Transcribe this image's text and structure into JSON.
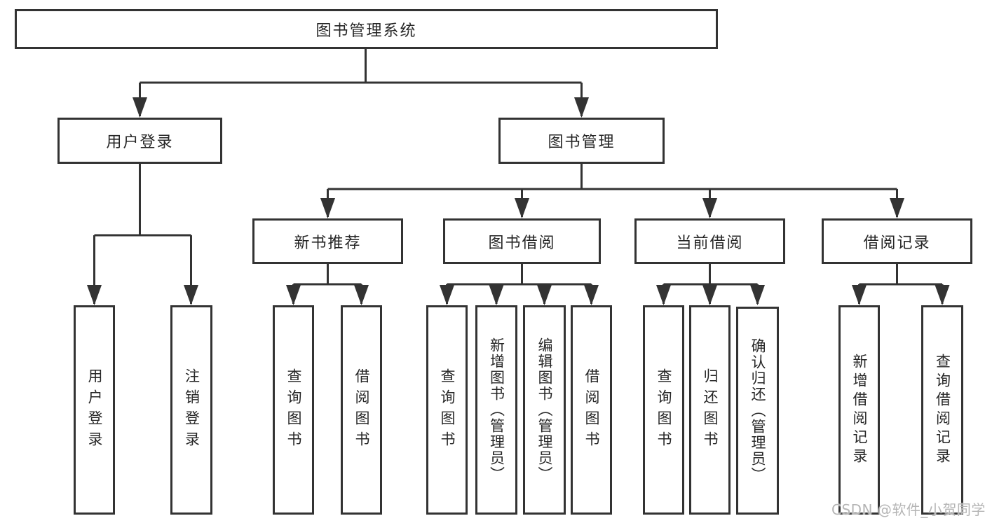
{
  "colors": {
    "line": "#333333",
    "box_border": "#333333",
    "text": "#262626",
    "background": "#ffffff",
    "watermark": "#b5b5b5"
  },
  "watermark": {
    "text": "CSDN @软件_小贺同学"
  },
  "tree": {
    "root": "图书管理系统",
    "children": [
      {
        "label": "用户登录",
        "children": [
          "用户登录",
          "注销登录"
        ]
      },
      {
        "label": "图书管理",
        "children": [
          {
            "label": "新书推荐",
            "children": [
              "查询图书",
              "借阅图书"
            ]
          },
          {
            "label": "图书借阅",
            "children": [
              "查询图书",
              "新增图书（管理员）",
              "编辑图书（管理员）",
              "借阅图书"
            ]
          },
          {
            "label": "当前借阅",
            "children": [
              "查询图书",
              "归还图书",
              "确认归还（管理员）"
            ]
          },
          {
            "label": "借阅记录",
            "children": [
              "新增借阅记录",
              "查询借阅记录"
            ]
          }
        ]
      }
    ]
  }
}
